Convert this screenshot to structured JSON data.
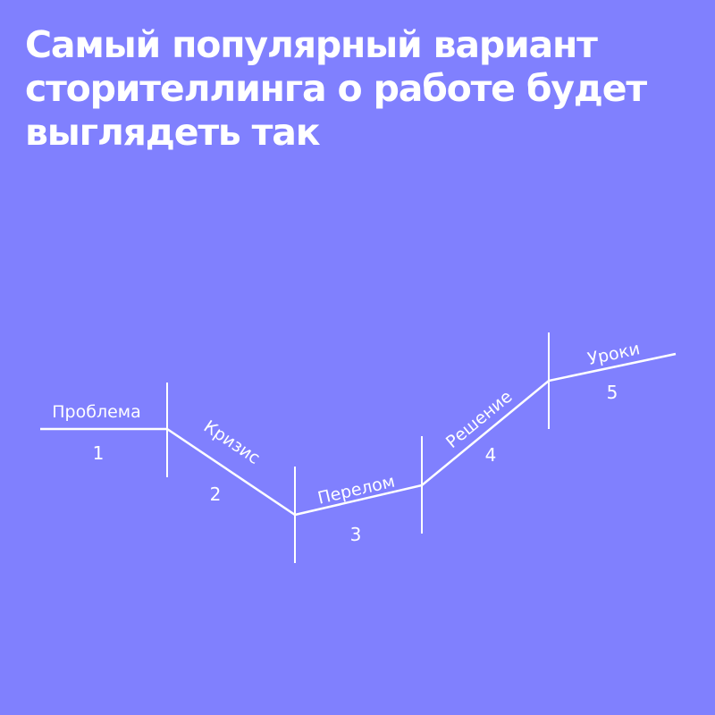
{
  "headline": {
    "line1": "Самый популярный вариант",
    "line2": "сторителлинга о работе будет",
    "line3": "выглядеть так"
  },
  "colors": {
    "background": "#8080fe",
    "foreground": "#ffffff"
  },
  "stages": [
    {
      "label": "Проблема",
      "number": "1"
    },
    {
      "label": "Кризис",
      "number": "2"
    },
    {
      "label": "Перелом",
      "number": "3"
    },
    {
      "label": "Решение",
      "number": "4"
    },
    {
      "label": "Уроки",
      "number": "5"
    }
  ]
}
